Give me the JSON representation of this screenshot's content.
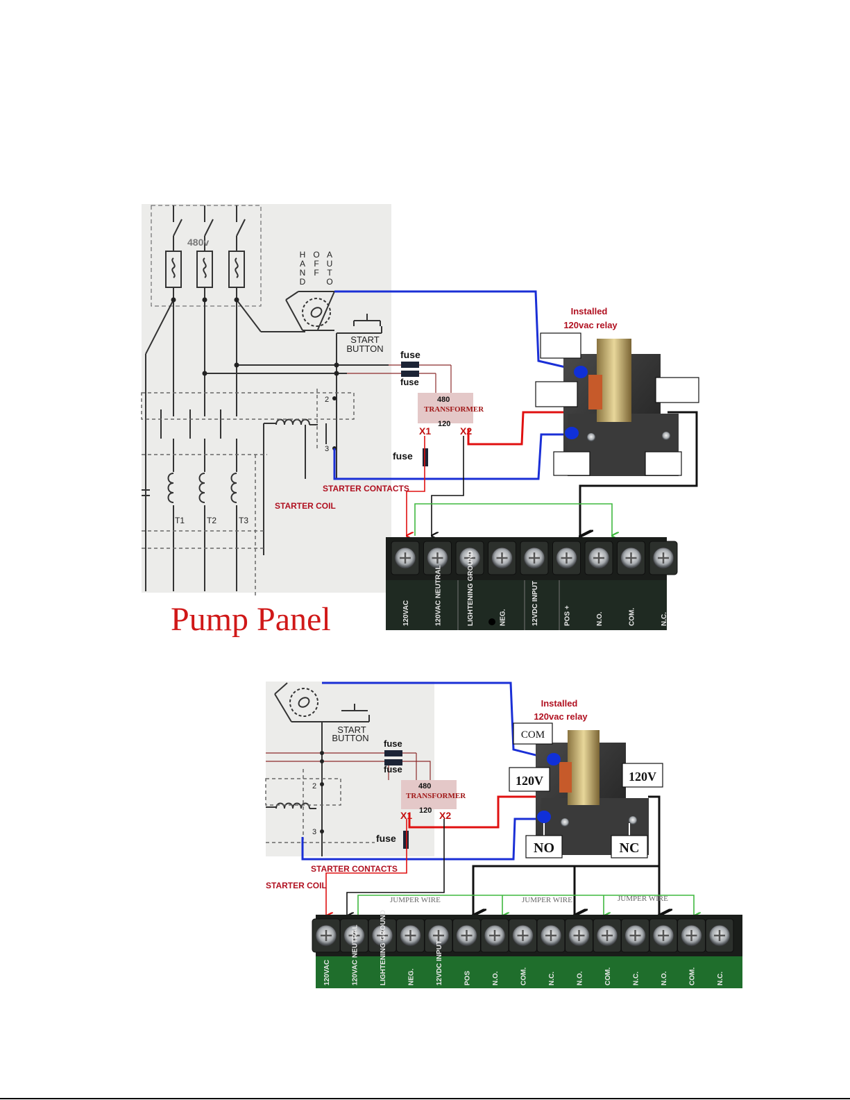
{
  "top_diagram": {
    "voltage_label": "480v",
    "switch_letters": {
      "hand": [
        "H",
        "A",
        "N",
        "D"
      ],
      "off": [
        "O",
        "F",
        "F"
      ],
      "auto": [
        "A",
        "U",
        "T",
        "O"
      ]
    },
    "start_button": [
      "START",
      "BUTTON"
    ],
    "fuse_labels": [
      "fuse",
      "fuse",
      "fuse"
    ],
    "transformer": {
      "primary": "480",
      "name": "TRANSFORMER",
      "secondary": "120",
      "x1": "X1",
      "x2": "X2"
    },
    "contact_numbers": [
      "2",
      "3"
    ],
    "motor_terminals": [
      "T1",
      "T2",
      "T3"
    ],
    "starter_contacts": "STARTER CONTACTS",
    "starter_coil": "STARTER COIL",
    "relay_title": [
      "Installed",
      "120vac relay"
    ],
    "relay_boxes": [
      "",
      "",
      "",
      "",
      ""
    ],
    "terminal_labels": [
      "120VAC",
      "120VAC NEUTRAL",
      "LIGHTENING GROUND",
      "NEG.",
      "12VDC INPUT",
      "POS +",
      "N.O.",
      "COM.",
      "N.C."
    ],
    "caption": "Pump Panel"
  },
  "bottom_diagram": {
    "start_button": [
      "START",
      "BUTTON"
    ],
    "fuse_labels": [
      "fuse",
      "fuse",
      "fuse"
    ],
    "transformer": {
      "primary": "480",
      "name": "TRANSFORMER",
      "secondary": "120",
      "x1": "X1",
      "x2": "X2"
    },
    "contact_numbers": [
      "2",
      "3"
    ],
    "starter_contacts": "STARTER CONTACTS",
    "starter_coil": "STARTER COIL",
    "relay_title": [
      "Installed",
      "120vac relay"
    ],
    "relay_boxes": {
      "com": "COM",
      "left_120v": "120V",
      "right_120v": "120V",
      "no": "NO",
      "nc": "NC"
    },
    "jumper_labels": [
      "JUMPER WIRE",
      "JUMPER WIRE",
      "JUMPER WIRE"
    ],
    "terminal_labels": [
      "120VAC",
      "120VAC NEUTRAL",
      "LIGHTENING GROUND",
      "NEG.",
      "12VDC INPUT",
      "POS",
      "N.O.",
      "COM.",
      "N.C.",
      "N.O.",
      "COM.",
      "N.C.",
      "N.O.",
      "COM.",
      "N.C."
    ]
  },
  "colors": {
    "blue_wire": "#1a2fd6",
    "red_wire": "#e01010",
    "black_wire": "#111111",
    "green_wire": "#3fb83f",
    "dark_red_text": "#b01020",
    "schematic_bg": "#ececea"
  }
}
